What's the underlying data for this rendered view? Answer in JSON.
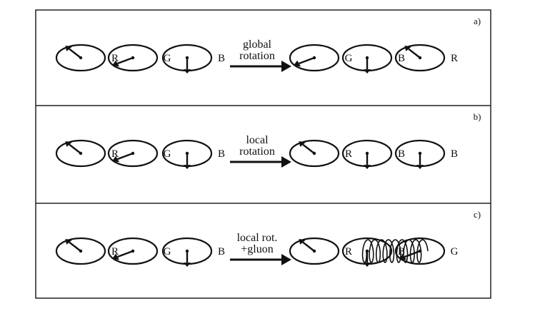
{
  "panels": [
    {
      "tag": "a)",
      "left_labels": [
        "R",
        "G",
        "B"
      ],
      "left_angles": [
        230,
        150,
        90
      ],
      "transform_lines": [
        "global",
        "rotation"
      ],
      "right_labels": [
        "G",
        "B",
        "R"
      ],
      "right_angles": [
        150,
        90,
        230
      ],
      "gluon": false
    },
    {
      "tag": "b)",
      "left_labels": [
        "R",
        "G",
        "B"
      ],
      "left_angles": [
        230,
        150,
        90
      ],
      "transform_lines": [
        "local",
        "rotation"
      ],
      "right_labels": [
        "R",
        "B",
        "B"
      ],
      "right_angles": [
        230,
        90,
        90
      ],
      "gluon": false
    },
    {
      "tag": "c)",
      "left_labels": [
        "R",
        "G",
        "B"
      ],
      "left_angles": [
        230,
        150,
        90
      ],
      "transform_lines": [
        "local rot.",
        "+gluon"
      ],
      "right_labels": [
        "R",
        "B",
        "G"
      ],
      "right_angles": [
        230,
        90,
        150
      ],
      "gluon": true
    }
  ],
  "colors": {
    "ink": "#111111",
    "frame": "#222222"
  }
}
